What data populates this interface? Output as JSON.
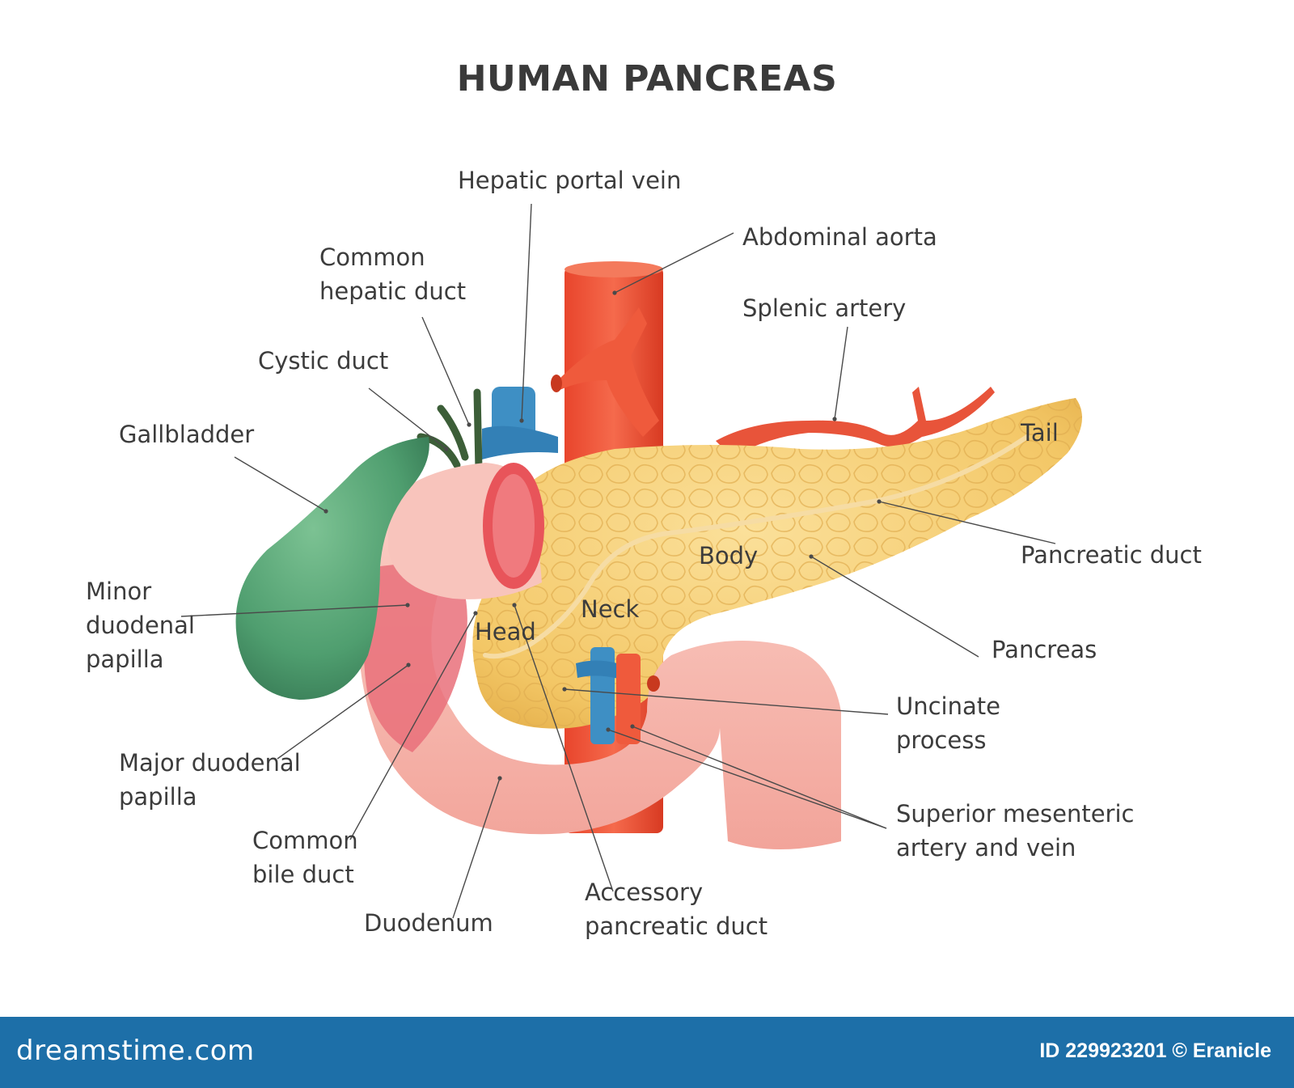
{
  "title": "HUMAN PANCREAS",
  "labels": {
    "hepatic_portal_vein": "Hepatic portal vein",
    "abdominal_aorta": "Abdominal aorta",
    "common_hepatic_duct": [
      "Common",
      "hepatic duct"
    ],
    "splenic_artery": "Splenic artery",
    "cystic_duct": "Cystic duct",
    "gallbladder": "Gallbladder",
    "tail": "Tail",
    "pancreatic_duct": "Pancreatic duct",
    "body": "Body",
    "minor_duodenal_papilla": [
      "Minor",
      "duodenal",
      "papilla"
    ],
    "neck": "Neck",
    "head": "Head",
    "pancreas": "Pancreas",
    "uncinate_process": [
      "Uncinate",
      "process"
    ],
    "major_duodenal_papilla": [
      "Major duodenal",
      "papilla"
    ],
    "common_bile_duct": [
      "Common",
      "bile duct"
    ],
    "superior_mesenteric": [
      "Superior mesenteric",
      "artery and vein"
    ],
    "duodenum": "Duodenum",
    "accessory_pancreatic_duct": [
      "Accessory",
      "pancreatic duct"
    ]
  },
  "footer": {
    "brand": "dreamstime.com",
    "credit": "ID 229923201 © Eranicle"
  },
  "colors": {
    "aorta": "#f0583e",
    "vein": "#3e8fc4",
    "pancreas": "#f3c766",
    "gallbladder": "#4f9e6f",
    "duodenum": "#f6b6ad",
    "duodenum_inner": "#e8545a",
    "footer_bar": "#1d6fa8"
  }
}
